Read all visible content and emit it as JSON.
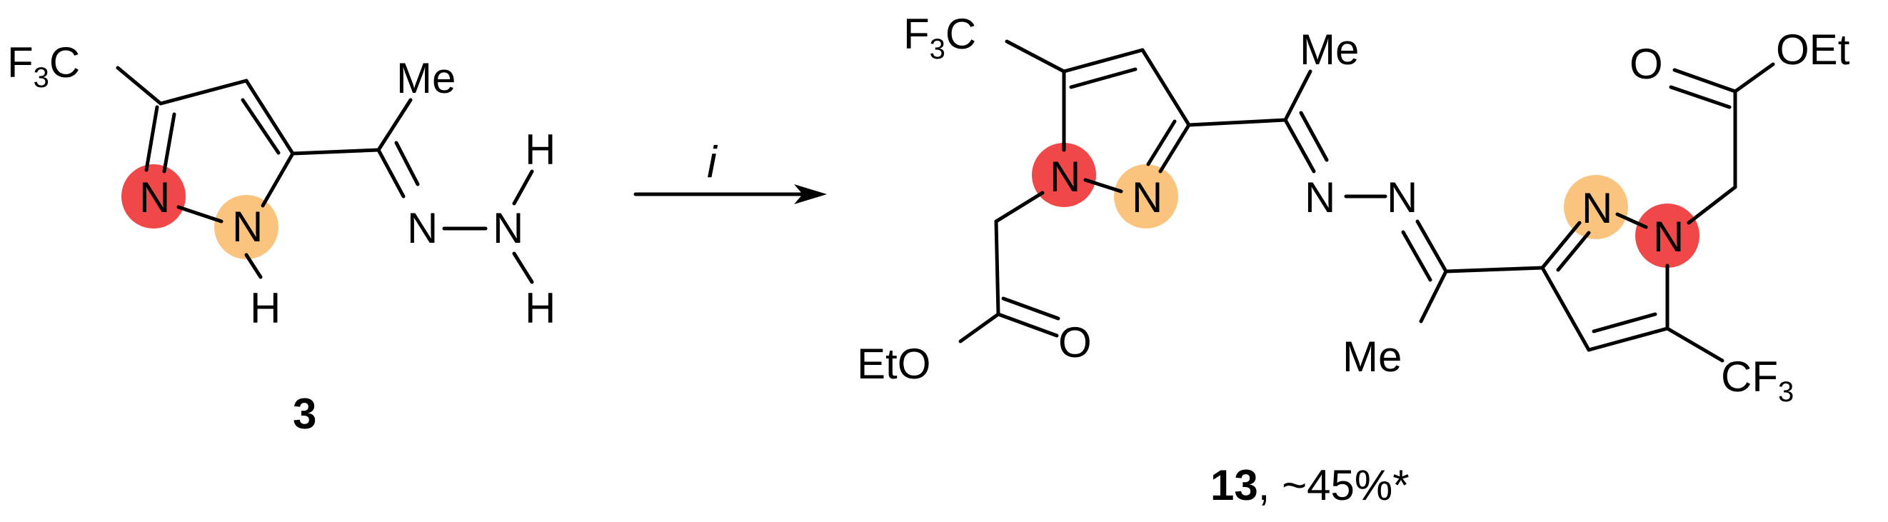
{
  "reactant": {
    "compound_number": "3",
    "labels": {
      "f3c": [
        "F",
        "3",
        "C"
      ],
      "me": "Me",
      "n_ring_1": "N",
      "n_ring_2": "N",
      "h_ring": "H",
      "n_hydrazone_1": "N",
      "n_hydrazone_2": "N",
      "h_top": "H",
      "h_bottom": "H"
    }
  },
  "reaction": {
    "reagent": "i"
  },
  "product": {
    "compound_number": "13",
    "yield_text": ", ~45%*",
    "labels": {
      "f3c": [
        "F",
        "3",
        "C"
      ],
      "me_top": "Me",
      "n1_left": "N",
      "n2_left": "N",
      "n_azine_1": "N",
      "n_azine_2": "N",
      "n_right_a": "N",
      "n_right_b": "N",
      "oet_top": "OEt",
      "o_top": "O",
      "eto_bottom": "EtO",
      "o_bottom": "O",
      "me_bottom": "Me",
      "cf3": [
        "CF",
        "3"
      ]
    }
  },
  "highlight_colors": {
    "red": "#f04848",
    "orange": "#fbc47e"
  }
}
